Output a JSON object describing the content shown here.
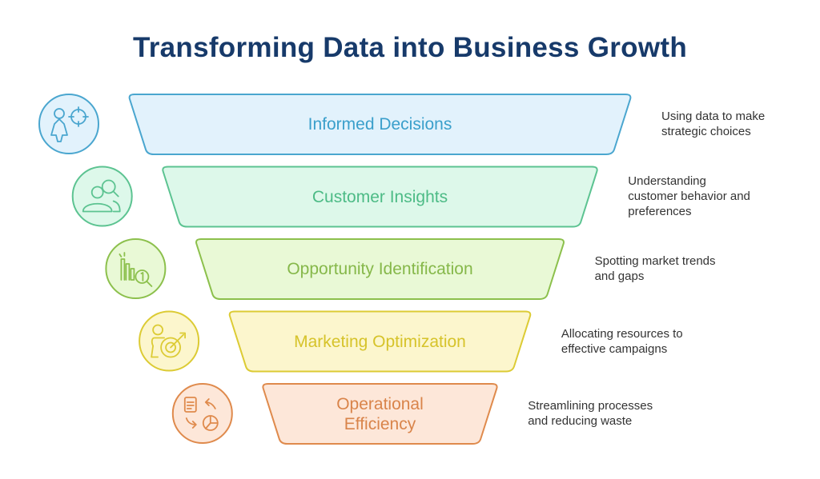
{
  "title": "Transforming Data into Business Growth",
  "stages": [
    {
      "label": "Informed Decisions",
      "description": "Using data to make strategic choices",
      "desc_lines": [
        "Using data to make",
        "strategic choices"
      ],
      "icon": "person-target-icon",
      "stroke": "#4aa6cf",
      "fill": "#e2f2fc",
      "text": "#3a9fcb"
    },
    {
      "label": "Customer Insights",
      "description": "Understanding customer behavior and preferences",
      "desc_lines": [
        "Understanding",
        "customer behavior and",
        "preferences"
      ],
      "icon": "users-search-icon",
      "stroke": "#5cc391",
      "fill": "#ddf8ea",
      "text": "#4dbb86"
    },
    {
      "label": "Opportunity Identification",
      "description": "Spotting market trends and gaps",
      "desc_lines": [
        "Spotting market trends",
        "and gaps"
      ],
      "icon": "chart-magnifier-icon",
      "stroke": "#8cc04c",
      "fill": "#e9f9d6",
      "text": "#86b84a"
    },
    {
      "label": "Marketing Optimization",
      "description": "Allocating resources to effective campaigns",
      "desc_lines": [
        "Allocating resources to",
        "effective campaigns"
      ],
      "icon": "person-dartboard-icon",
      "stroke": "#dccb34",
      "fill": "#fcf6cd",
      "text": "#d6c32a"
    },
    {
      "label": "Operational Efficiency",
      "description": "Streamlining processes and reducing waste",
      "desc_lines": [
        "Streamlining processes",
        "and reducing waste"
      ],
      "icon": "process-cycle-icon",
      "stroke": "#df8a4c",
      "fill": "#fde7d9",
      "text": "#d9844a"
    }
  ]
}
